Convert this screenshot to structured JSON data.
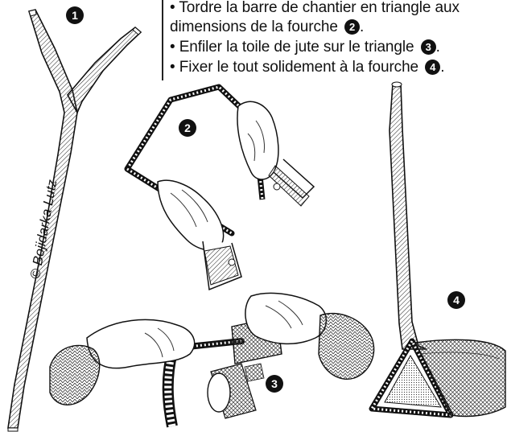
{
  "instructions": {
    "line1": "• Tordre la barre de chantier en triangle aux",
    "line2": "dimensions de la fourche",
    "line2_end": ".",
    "line3": "• Enfiler la toile de jute sur le triangle",
    "line3_end": ".",
    "line4": "• Fixer le tout solidement à la fourche",
    "line4_end": "."
  },
  "badges": {
    "b1": "1",
    "b2": "2",
    "b3": "3",
    "b4": "4"
  },
  "credit": "© Bojidarka Lutz",
  "colors": {
    "ink": "#111111",
    "background": "#ffffff"
  }
}
